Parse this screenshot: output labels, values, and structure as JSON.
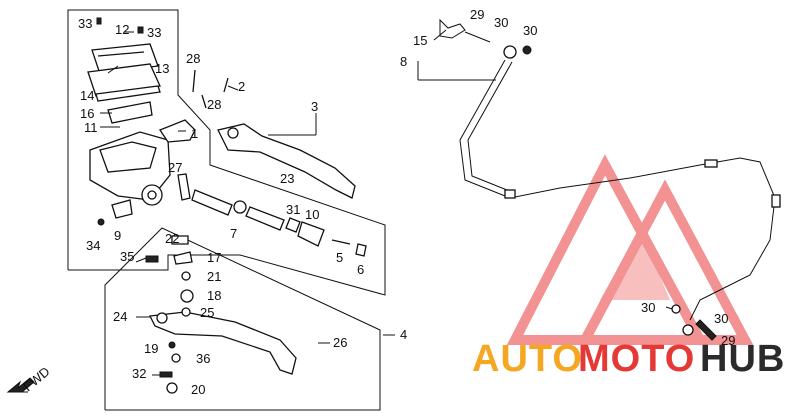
{
  "callouts": {
    "c1": "1",
    "c2": "2",
    "c3": "3",
    "c4": "4",
    "c5": "5",
    "c6": "6",
    "c7": "7",
    "c8": "8",
    "c9": "9",
    "c10": "10",
    "c11": "11",
    "c12": "12",
    "c13": "13",
    "c14": "14",
    "c15": "15",
    "c16": "16",
    "c17": "17",
    "c18": "18",
    "c19": "19",
    "c20": "20",
    "c21": "21",
    "c22": "22",
    "c23": "23",
    "c24": "24",
    "c25": "25",
    "c26": "26",
    "c27": "27",
    "c28": "28",
    "c29": "29",
    "c30": "30",
    "c31": "31",
    "c32": "32",
    "c33": "33",
    "c34": "34",
    "c35": "35",
    "c36": "36"
  },
  "fwd_label": "FWD",
  "watermark": {
    "part1": "AUTO",
    "part2": "MOTO",
    "part3": "HUB",
    "color1": "#f5a623",
    "color2": "#e53935",
    "color3": "#2b2b2b"
  }
}
